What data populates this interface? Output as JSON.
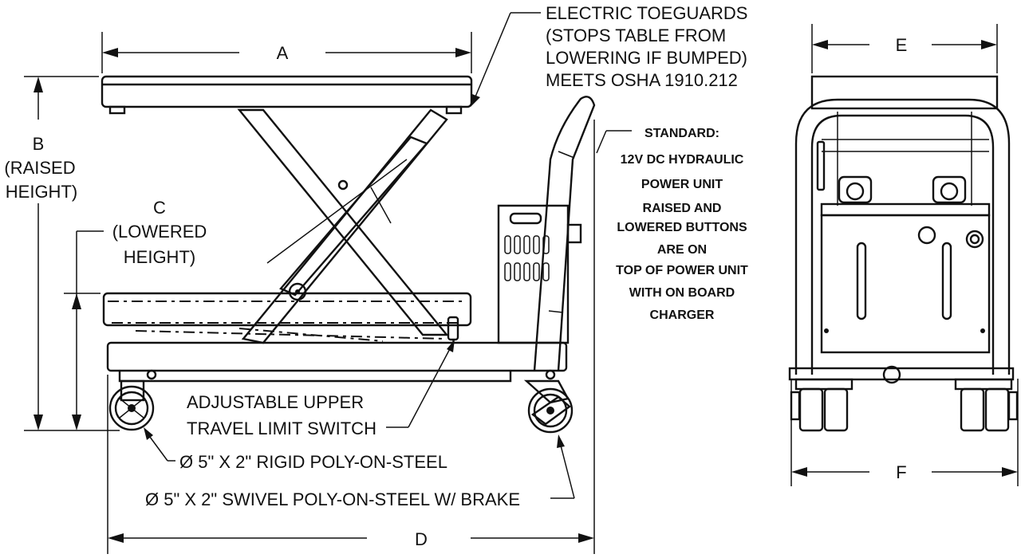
{
  "dimensions": {
    "a": "A",
    "b_letter": "B",
    "b_sub1": "(RAISED",
    "b_sub2": "HEIGHT)",
    "c_letter": "C",
    "c_sub1": "(LOWERED",
    "c_sub2": "HEIGHT)",
    "d": "D",
    "e": "E",
    "f": "F"
  },
  "callouts": {
    "toeguards": [
      "ELECTRIC TOEGUARDS",
      "(STOPS TABLE FROM",
      "LOWERING IF BUMPED)",
      "MEETS OSHA 1910.212"
    ],
    "limit_switch": [
      "ADJUSTABLE UPPER",
      "TRAVEL LIMIT SWITCH"
    ],
    "rigid_caster": "Ø 5\" X 2\" RIGID POLY-ON-STEEL",
    "swivel_caster": "Ø 5\" X 2\" SWIVEL POLY-ON-STEEL W/ BRAKE"
  },
  "standard_note": [
    "STANDARD:",
    "12V DC HYDRAULIC",
    "POWER UNIT",
    "RAISED AND",
    "LOWERED BUTTONS",
    "ARE ON",
    "TOP OF POWER UNIT",
    "WITH ON BOARD",
    "CHARGER"
  ]
}
